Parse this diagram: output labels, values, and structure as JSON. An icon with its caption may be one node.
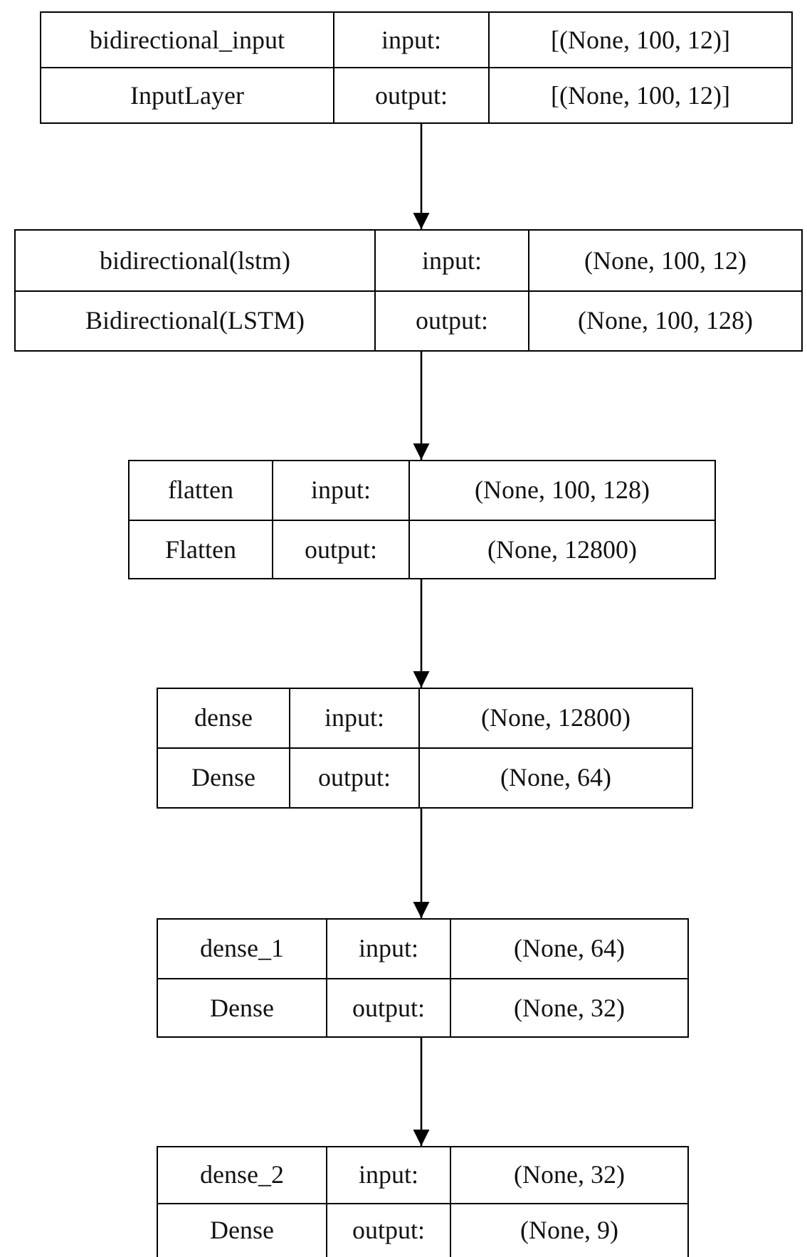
{
  "diagram": {
    "nodes": [
      {
        "text": [
          "bidirectional_input",
          "input:",
          "[(None, 100, 12)]",
          "InputLayer",
          "output:",
          "[(None, 100, 12)]"
        ]
      },
      {
        "text": [
          "bidirectional(lstm)",
          "input:",
          "(None, 100, 12)",
          "Bidirectional(LSTM)",
          "output:",
          "(None, 100, 128)"
        ]
      },
      {
        "text": [
          "flatten",
          "input:",
          "(None, 100, 128)",
          "Flatten",
          "output:",
          "(None, 12800)"
        ]
      },
      {
        "text": [
          "dense",
          "input:",
          "(None, 12800)",
          "Dense",
          "output:",
          "(None, 64)"
        ]
      },
      {
        "text": [
          "dense_1",
          "input:",
          "(None, 64)",
          "Dense",
          "output:",
          "(None, 32)"
        ]
      },
      {
        "text": [
          "dense_2",
          "input:",
          "(None, 32)",
          "Dense",
          "output:",
          "(None, 9)"
        ]
      }
    ],
    "edges": [
      {
        "from": 0,
        "to": 1,
        "arrow": "to"
      },
      {
        "from": 1,
        "to": 2,
        "arrow": "to"
      },
      {
        "from": 2,
        "to": 3,
        "arrow": "to"
      },
      {
        "from": 3,
        "to": 4,
        "arrow": "to"
      },
      {
        "from": 4,
        "to": 5,
        "arrow": "to"
      }
    ]
  }
}
